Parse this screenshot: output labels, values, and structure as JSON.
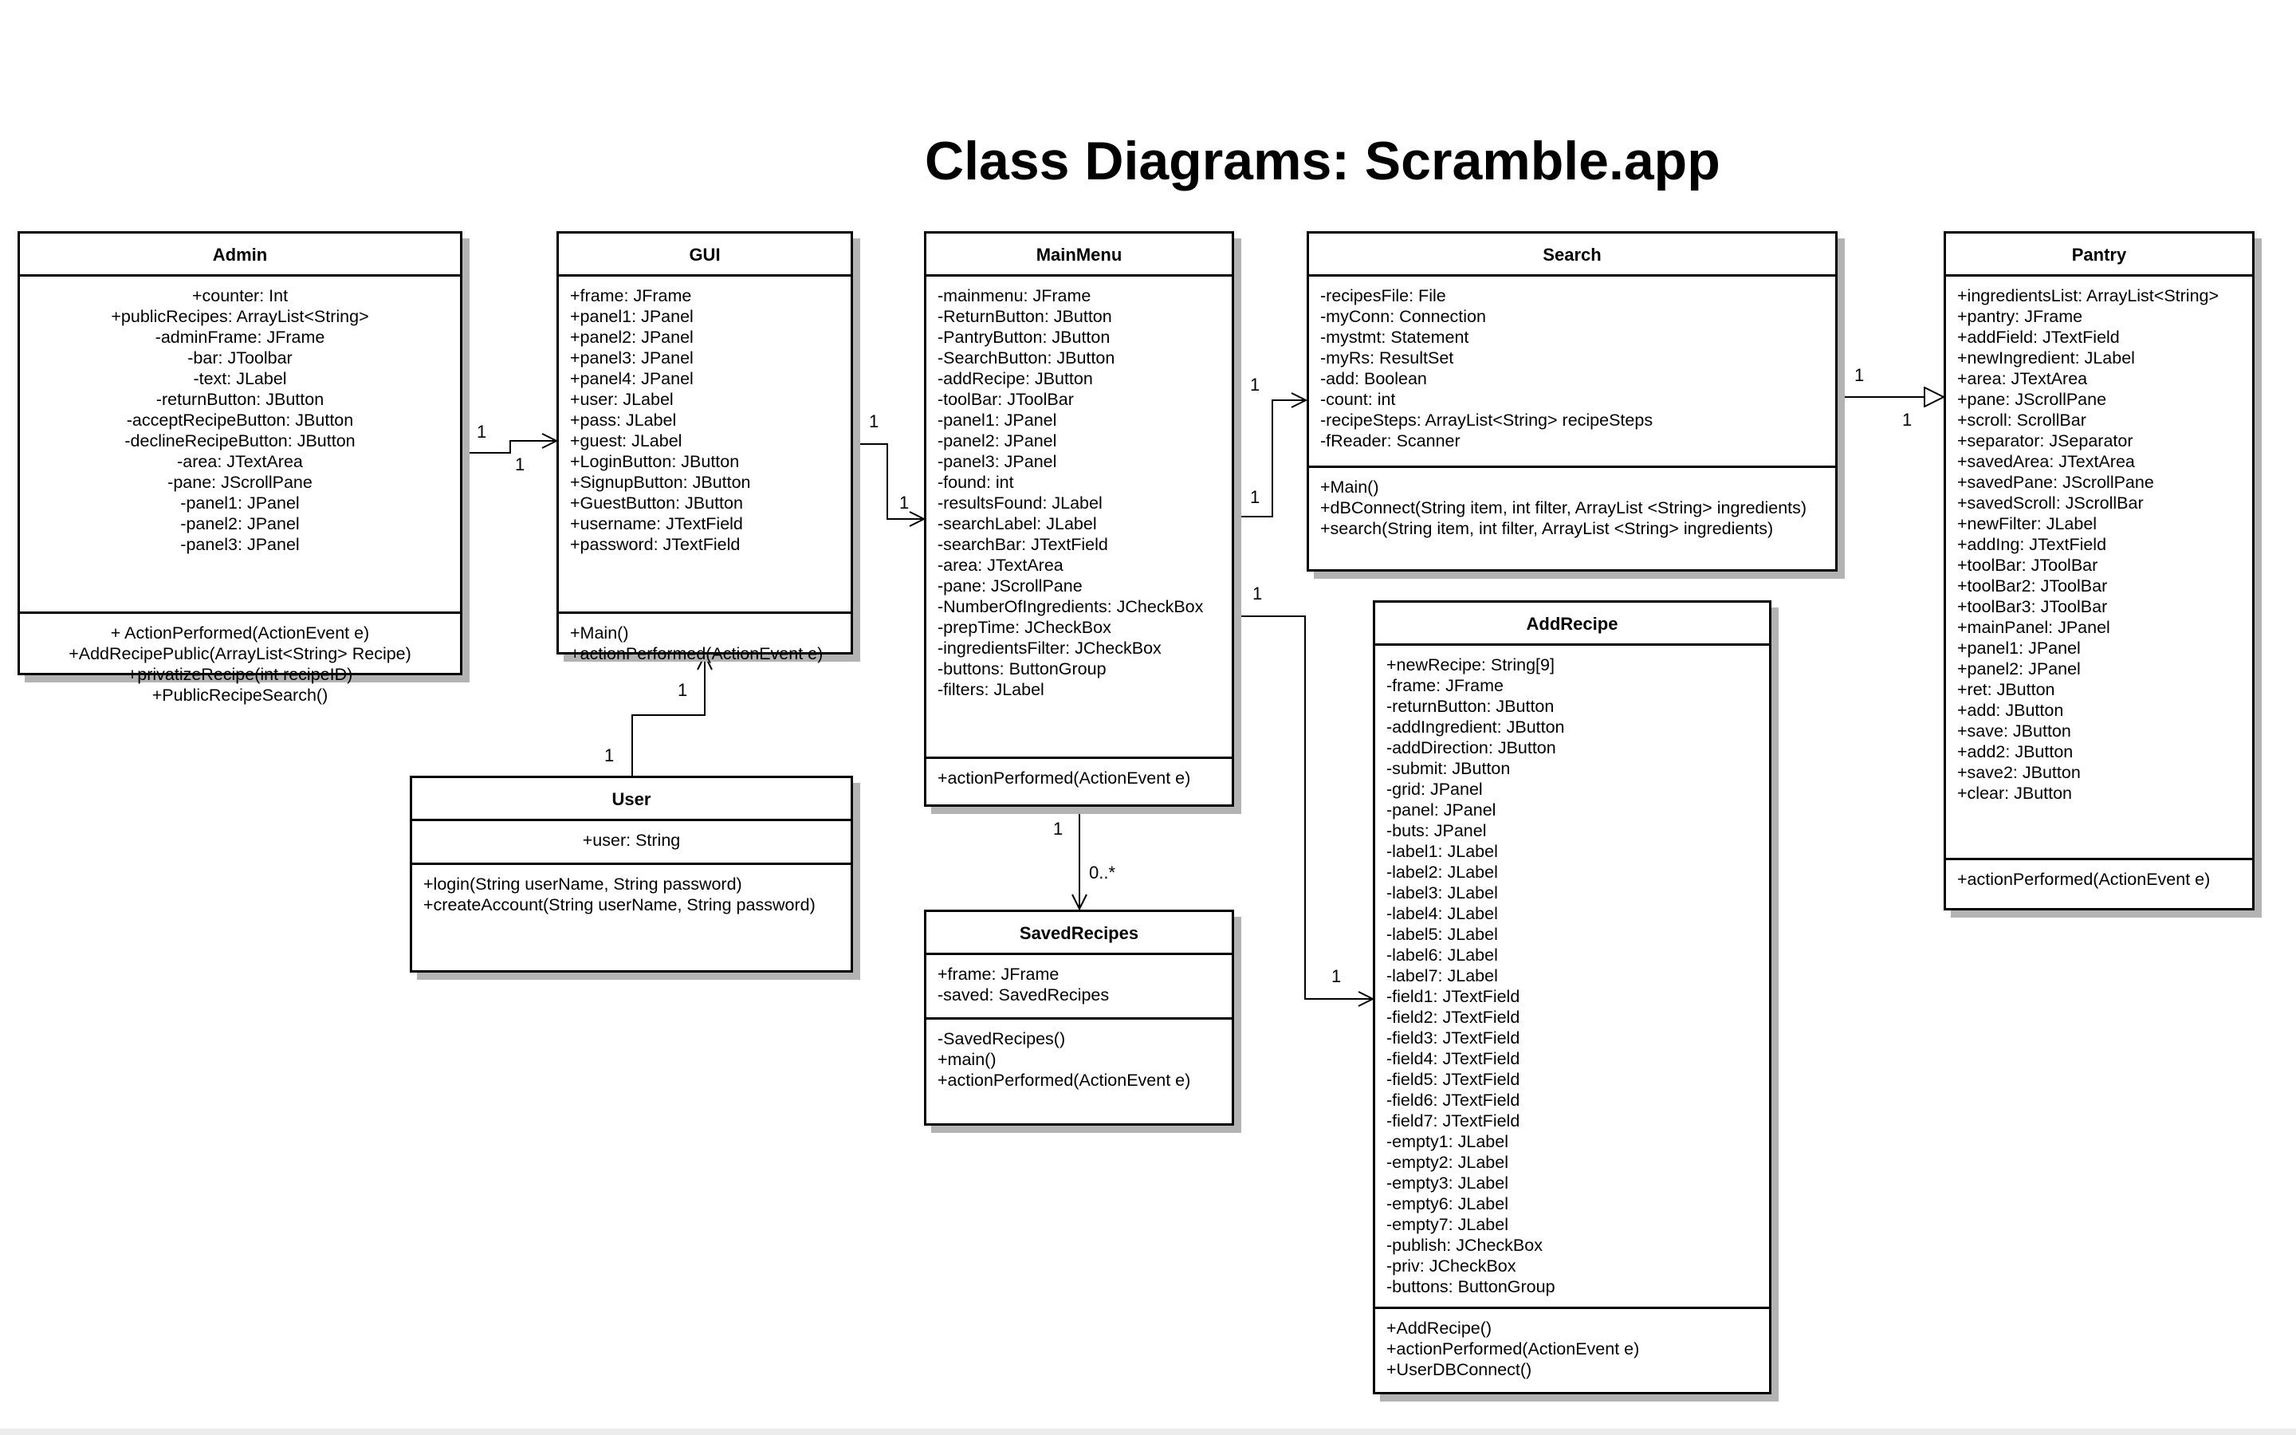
{
  "title": "Class Diagrams: Scramble.app",
  "classes": {
    "admin": {
      "name": "Admin",
      "attributes": [
        "+counter: Int",
        "+publicRecipes: ArrayList<String>",
        "-adminFrame: JFrame",
        "-bar: JToolbar",
        "-text: JLabel",
        "-returnButton: JButton",
        "-acceptRecipeButton: JButton",
        "-declineRecipeButton: JButton",
        "-area: JTextArea",
        "-pane: JScrollPane",
        "-panel1: JPanel",
        "-panel2: JPanel",
        "-panel3: JPanel"
      ],
      "operations": [
        "+ ActionPerformed(ActionEvent e)",
        "+AddRecipePublic(ArrayList<String> Recipe)",
        "+privatizeRecipe(int recipeID)",
        "+PublicRecipeSearch()"
      ]
    },
    "gui": {
      "name": "GUI",
      "attributes": [
        "+frame: JFrame",
        "+panel1: JPanel",
        "+panel2: JPanel",
        "+panel3: JPanel",
        "+panel4: JPanel",
        "+user: JLabel",
        "+pass: JLabel",
        "+guest: JLabel",
        "+LoginButton: JButton",
        "+SignupButton: JButton",
        "+GuestButton: JButton",
        "+username: JTextField",
        "+password: JTextField"
      ],
      "operations": [
        "+Main()",
        "+actionPerformed(ActionEvent e)"
      ]
    },
    "user": {
      "name": "User",
      "attributes": [
        "+user: String"
      ],
      "operations": [
        "+login(String userName, String password)",
        "+createAccount(String userName, String password)"
      ]
    },
    "mainmenu": {
      "name": "MainMenu",
      "attributes": [
        "-mainmenu: JFrame",
        "-ReturnButton: JButton",
        "-PantryButton: JButton",
        "-SearchButton: JButton",
        "-addRecipe: JButton",
        "-toolBar: JToolBar",
        "-panel1: JPanel",
        "-panel2: JPanel",
        "-panel3: JPanel",
        "-found: int",
        "-resultsFound: JLabel",
        "-searchLabel: JLabel",
        "-searchBar: JTextField",
        "-area: JTextArea",
        "-pane: JScrollPane",
        "-NumberOfIngredients: JCheckBox",
        "-prepTime: JCheckBox",
        "-ingredientsFilter: JCheckBox",
        "-buttons: ButtonGroup",
        "-filters: JLabel"
      ],
      "operations": [
        "+actionPerformed(ActionEvent e)"
      ]
    },
    "savedrecipes": {
      "name": "SavedRecipes",
      "attributes": [
        "+frame: JFrame",
        "-saved: SavedRecipes"
      ],
      "operations": [
        "-SavedRecipes()",
        "+main()",
        "+actionPerformed(ActionEvent e)"
      ]
    },
    "search": {
      "name": "Search",
      "attributes": [
        "-recipesFile: File",
        "-myConn: Connection",
        "-mystmt: Statement",
        "-myRs: ResultSet",
        "-add: Boolean",
        "-count: int",
        "-recipeSteps: ArrayList<String> recipeSteps",
        "-fReader: Scanner"
      ],
      "operations": [
        "+Main()",
        "+dBConnect(String item, int filter, ArrayList <String> ingredients)",
        "+search(String item, int filter, ArrayList <String> ingredients)"
      ]
    },
    "addrecipe": {
      "name": "AddRecipe",
      "attributes": [
        "+newRecipe: String[9]",
        "-frame: JFrame",
        "-returnButton: JButton",
        "-addIngredient: JButton",
        "-addDirection: JButton",
        "-submit: JButton",
        "-grid: JPanel",
        "-panel: JPanel",
        "-buts: JPanel",
        "-label1: JLabel",
        "-label2: JLabel",
        "-label3: JLabel",
        "-label4: JLabel",
        "-label5: JLabel",
        "-label6: JLabel",
        "-label7: JLabel",
        "-field1: JTextField",
        "-field2: JTextField",
        "-field3: JTextField",
        "-field4: JTextField",
        "-field5: JTextField",
        "-field6: JTextField",
        "-field7: JTextField",
        "-empty1: JLabel",
        "-empty2: JLabel",
        "-empty3: JLabel",
        "-empty6: JLabel",
        "-empty7: JLabel",
        "-publish: JCheckBox",
        "-priv: JCheckBox",
        "-buttons: ButtonGroup"
      ],
      "operations": [
        "+AddRecipe()",
        "+actionPerformed(ActionEvent e)",
        "+UserDBConnect()"
      ]
    },
    "pantry": {
      "name": "Pantry",
      "attributes": [
        "+ingredientsList: ArrayList<String>",
        "+pantry: JFrame",
        "+addField: JTextField",
        "+newIngredient: JLabel",
        "+area: JTextArea",
        "+pane: JScrollPane",
        "+scroll: ScrollBar",
        "+separator: JSeparator",
        "+savedArea: JTextArea",
        "+savedPane: JScrollPane",
        "+savedScroll: JScrollBar",
        "+newFilter: JLabel",
        "+addIng: JTextField",
        "+toolBar: JToolBar",
        "+toolBar2: JToolBar",
        "+toolBar3: JToolBar",
        "+mainPanel: JPanel",
        "+panel1: JPanel",
        "+panel2: JPanel",
        "+ret: JButton",
        "+add: JButton",
        "+save: JButton",
        "+add2: JButton",
        "+save2: JButton",
        "+clear: JButton"
      ],
      "operations": [
        "+actionPerformed(ActionEvent e)"
      ]
    }
  },
  "relations": {
    "admin_gui": {
      "source": "1",
      "target": "1"
    },
    "gui_mainmenu": {
      "source": "1",
      "target": "1"
    },
    "user_gui": {
      "source": "1",
      "target": "1"
    },
    "mainmenu_search": {
      "source": "1",
      "target": "1"
    },
    "mainmenu_addrecipe": {
      "source": "1",
      "target": "1"
    },
    "mainmenu_savedrecipes": {
      "source": "1",
      "target": "0..*"
    },
    "search_pantry": {
      "source": "1",
      "target": "1"
    }
  }
}
